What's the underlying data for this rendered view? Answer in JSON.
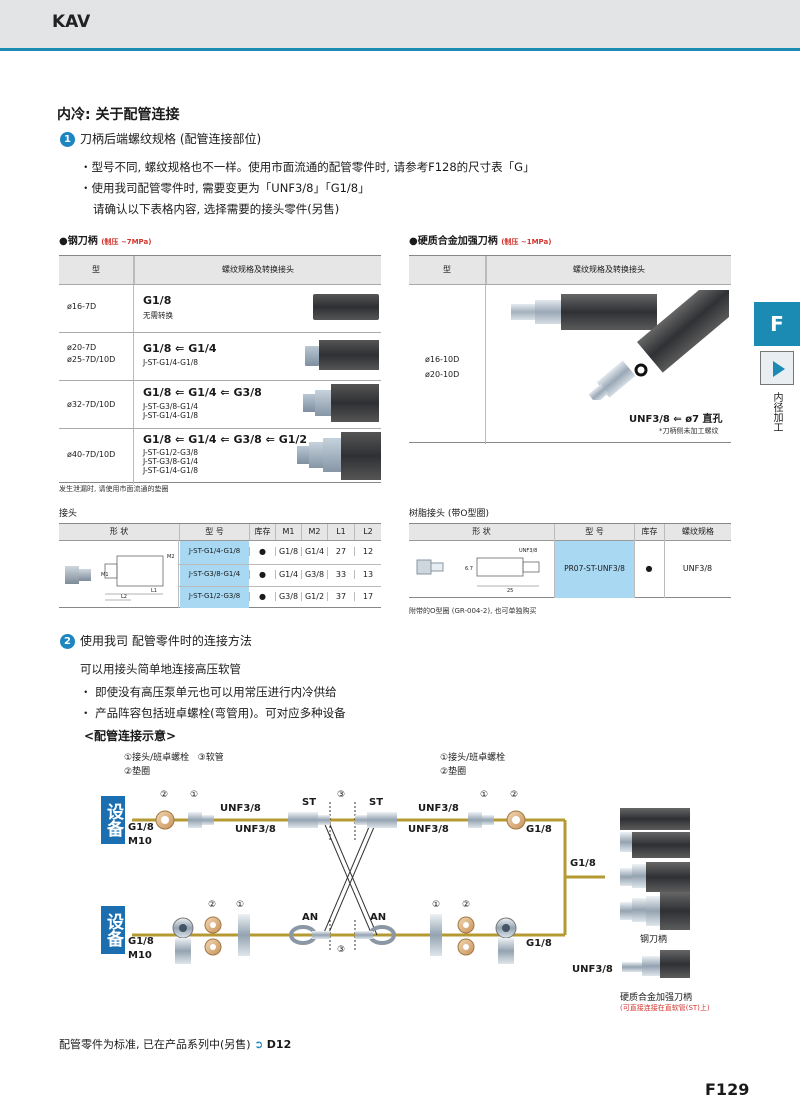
{
  "header": {
    "title": "KAV"
  },
  "section": {
    "title": "内冷: 关于配管连接"
  },
  "sub1": {
    "num": "1",
    "title": "刀柄后端螺纹规格 (配管连接部位)"
  },
  "bullets1": [
    "・型号不同, 螺纹规格也不一样。使用市面流通的配管零件时, 请参考F128的尺寸表「G」",
    "・使用我司配管零件时, 需要变更为「UNF3/8」「G1/8」",
    "请确认以下表格内容, 选择需要的接头零件(另售)"
  ],
  "steel": {
    "title": "●钢刀柄",
    "pressure": "(制压 ~7MPa)",
    "col_type": "型",
    "col_spec": "螺纹规格及转换接头",
    "rows": [
      {
        "type": "ø16-7D",
        "spec": "G1/8",
        "sub": "无需转换"
      },
      {
        "type": "ø20-7D\nø25-7D/10D",
        "spec": "G1/8 ⇐ G1/4",
        "sub": "J-ST-G1/4-G1/8"
      },
      {
        "type": "ø32-7D/10D",
        "spec": "G1/8 ⇐ G1/4 ⇐ G3/8",
        "sub": "J-ST-G3/8-G1/4\nJ-ST-G1/4-G1/8"
      },
      {
        "type": "ø40-7D/10D",
        "spec": "G1/8 ⇐ G1/4 ⇐ G3/8 ⇐ G1/2",
        "sub": "J-ST-G1/2-G3/8\nJ-ST-G3/8-G1/4\nJ-ST-G1/4-G1/8"
      }
    ],
    "note": "发生泄漏时, 请使用市面流通的垫圈"
  },
  "carbide": {
    "title": "●硬质合金加强刀柄",
    "pressure": "(制压 ~1MPa)",
    "col_type": "型",
    "col_spec": "螺纹规格及转换接头",
    "type": "ø16-10D\nø20-10D",
    "spec": "UNF3/8 ⇐ ø7 直孔",
    "note": "*刀柄侧未加工螺纹"
  },
  "joint": {
    "title": "接头",
    "headers": [
      "形  状",
      "型  号",
      "库存",
      "M1",
      "M2",
      "L1",
      "L2"
    ],
    "rows": [
      [
        "J-ST-G1/4-G1/8",
        "●",
        "G1/8",
        "G1/4",
        "27",
        "12"
      ],
      [
        "J-ST-G3/8-G1/4",
        "●",
        "G1/4",
        "G3/8",
        "33",
        "13"
      ],
      [
        "J-ST-G1/2-G3/8",
        "●",
        "G3/8",
        "G1/2",
        "37",
        "17"
      ]
    ],
    "dims": [
      "M2",
      "M1",
      "L1",
      "L2"
    ]
  },
  "resin": {
    "title": "树脂接头 (带O型圈)",
    "headers": [
      "形  状",
      "型  号",
      "库存",
      "螺纹规格"
    ],
    "row": [
      "PR07-ST-UNF3/8",
      "●",
      "UNF3/8"
    ],
    "dims": [
      "UNF3/8",
      "6.7",
      "25"
    ],
    "note": "附带的O型圈 (GR-004-2), 也可单独购买"
  },
  "sub2": {
    "num": "2",
    "title": "使用我司 配管零件时的连接方法"
  },
  "bullets2": [
    "可以用接头简单地连接高压软管",
    "・ 即使没有高压泵单元也可以用常压进行内冷供给",
    "・ 产品阵容包括班卓螺栓(弯管用)。可对应多种设备"
  ],
  "diagram": {
    "title": "<配管连接示意>",
    "legend_left_1": "①接头/班卓螺栓   ③软管",
    "legend_left_2": "②垫圈",
    "legend_right_1": "①接头/班卓螺栓",
    "legend_right_2": "②垫圈",
    "device": "设备",
    "g18": "G1/8",
    "m10": "M10",
    "unf38": "UNF3/8",
    "st": "ST",
    "an": "AN",
    "n1": "①",
    "n2": "②",
    "n3": "③",
    "steel_label": "钢刀柄",
    "carbide_label": "硬质合金加强刀柄",
    "carbide_note": "(可直接连接在直软管(ST)上)"
  },
  "footer": {
    "note": "配管零件为标准, 已在产品系列中(另售)",
    "ref": "D12",
    "page": "F129"
  },
  "tab": {
    "letter": "F",
    "label": "内径加工"
  },
  "colors": {
    "accent": "#1b8bb3",
    "device": "#1b6fb0",
    "pipe": "#b59a33",
    "highlight": "#a9d8f3"
  }
}
